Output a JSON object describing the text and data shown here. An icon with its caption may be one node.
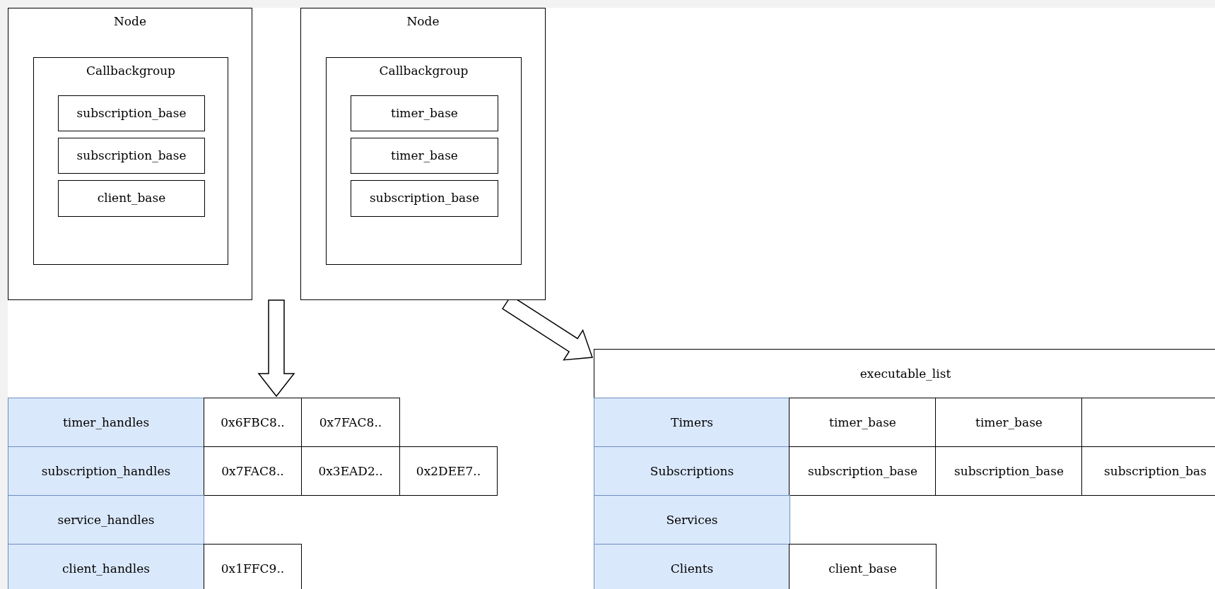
{
  "diagram": {
    "nodes": [
      {
        "text": [
          "Node"
        ]
      },
      {
        "text": [
          "Callbackgroup"
        ],
        "in": 0
      },
      {
        "text": [
          "subscription_base"
        ],
        "in": 1
      },
      {
        "text": [
          "subscription_base"
        ],
        "in": 1
      },
      {
        "text": [
          "client_base"
        ],
        "in": 1
      },
      {
        "text": [
          "Node"
        ]
      },
      {
        "text": [
          "Callbackgroup"
        ],
        "in": 5
      },
      {
        "text": [
          "timer_base"
        ],
        "in": 6
      },
      {
        "text": [
          "timer_base"
        ],
        "in": 6
      },
      {
        "text": [
          "subscription_base"
        ],
        "in": 6
      },
      {
        "text": [],
        "shape": "table"
      },
      {
        "text": [
          "executable_list"
        ]
      }
    ],
    "edges": [
      {
        "from": 0,
        "to": 10,
        "arrow": "to"
      },
      {
        "from": 5,
        "to": 11,
        "arrow": "to"
      }
    ],
    "labels": [
      "timer_handles",
      "0x6FBC8..",
      "0x7FAC8..",
      "subscription_handles",
      "0x7FAC8..",
      "0x3EAD2..",
      "0x2DEE7..",
      "service_handles",
      "client_handles",
      "0x1FFC9..",
      "Timers",
      "timer_base",
      "timer_base",
      "Subscriptions",
      "subscription_base",
      "subscription_base",
      "subscription_bas",
      "Services",
      "Clients",
      "client_base"
    ]
  }
}
